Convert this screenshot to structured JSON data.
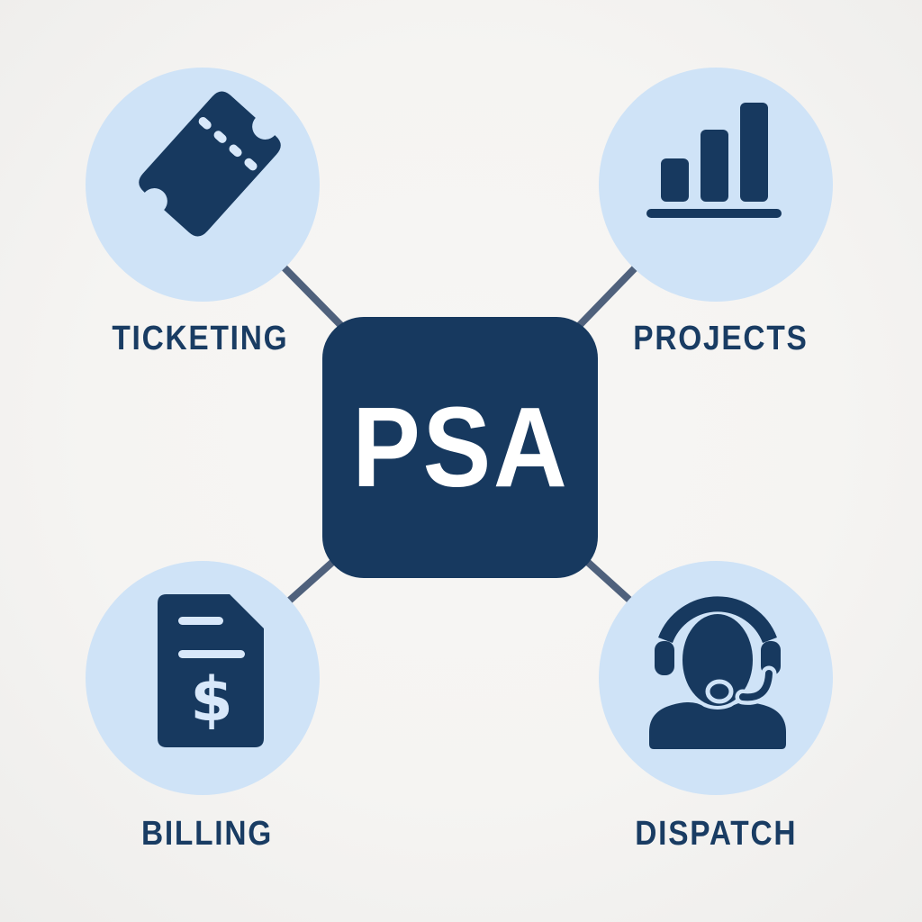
{
  "diagram": {
    "title": "PSA modules diagram",
    "center": {
      "label": "PSA"
    },
    "nodes": [
      {
        "id": "ticketing",
        "label": "TICKETING",
        "icon": "ticket-icon",
        "position": "top-left"
      },
      {
        "id": "projects",
        "label": "PROJECTS",
        "icon": "bar-chart-icon",
        "position": "top-right"
      },
      {
        "id": "billing",
        "label": "BILLING",
        "icon": "invoice-icon",
        "position": "bottom-left"
      },
      {
        "id": "dispatch",
        "label": "DISPATCH",
        "icon": "headset-agent-icon",
        "position": "bottom-right"
      }
    ],
    "colors": {
      "background": "#f5f4f2",
      "node_circle": "#cfe3f7",
      "primary_navy": "#17395f",
      "icon_detail_light": "#d8e8fa",
      "connector": "#4f617c",
      "label_text": "#193c63",
      "center_text": "#ffffff"
    }
  }
}
